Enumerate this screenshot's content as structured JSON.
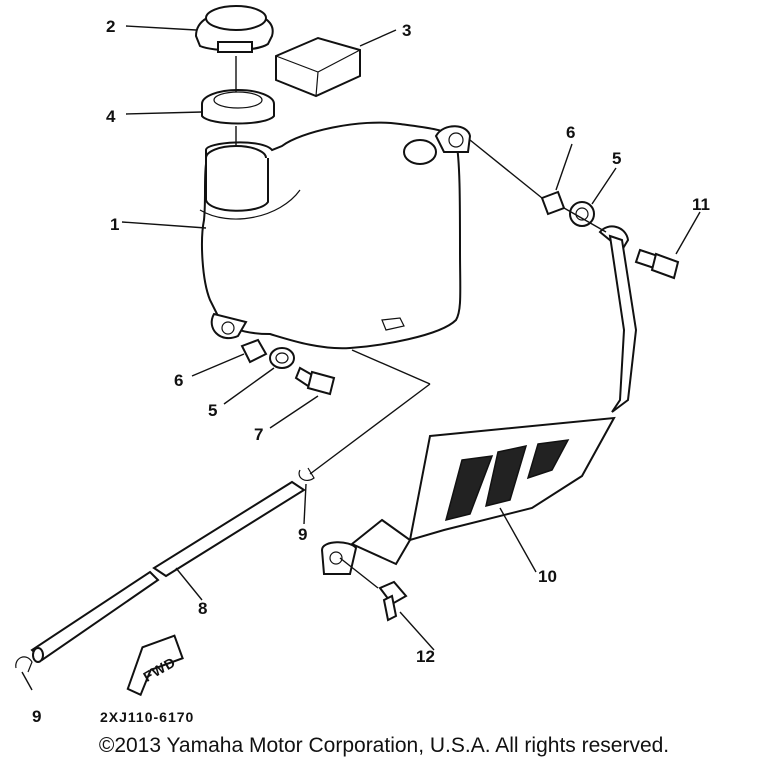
{
  "callouts": {
    "c1": "1",
    "c2": "2",
    "c3": "3",
    "c4": "4",
    "c5a": "5",
    "c5b": "5",
    "c6a": "6",
    "c6b": "6",
    "c7": "7",
    "c8": "8",
    "c9a": "9",
    "c9b": "9",
    "c10": "10",
    "c11": "11",
    "c12": "12"
  },
  "fwd_label": "FWD",
  "diagram_code": "2XJ110-6170",
  "copyright": "©2013 Yamaha Motor Corporation, U.S.A. All rights reserved."
}
